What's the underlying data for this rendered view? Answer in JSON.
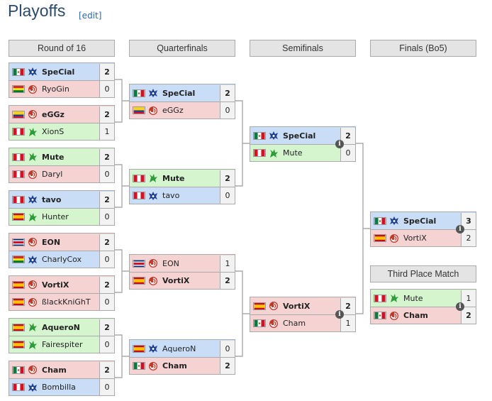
{
  "page": {
    "title": "Playoffs",
    "edit_label": "[edit]"
  },
  "rounds": [
    {
      "label": "Round of 16"
    },
    {
      "label": "Quarterfinals"
    },
    {
      "label": "Semifinals"
    },
    {
      "label": "Finals (Bo5)"
    },
    {
      "label": "Third Place Match"
    }
  ],
  "colors": {
    "terran": "#c9ddf7",
    "zerg": "#f6d3d3",
    "protoss": "#d5f5cf",
    "score_bg": "#f2f2f2",
    "border": "#aaaaaa"
  },
  "matches": [
    {
      "id": "r16-1",
      "players": [
        {
          "name": "SpeCial",
          "flag": "mx",
          "race": "terran",
          "score": "2",
          "winner": true
        },
        {
          "name": "RyoGin",
          "flag": "bo",
          "race": "zerg",
          "score": "0",
          "winner": false
        }
      ]
    },
    {
      "id": "r16-2",
      "players": [
        {
          "name": "eGGz",
          "flag": "co",
          "race": "zerg",
          "score": "2",
          "winner": true
        },
        {
          "name": "XionS",
          "flag": "pe",
          "race": "protoss",
          "score": "1",
          "winner": false
        }
      ]
    },
    {
      "id": "r16-3",
      "players": [
        {
          "name": "Mute",
          "flag": "pe",
          "race": "protoss",
          "score": "2",
          "winner": true
        },
        {
          "name": "Daryl",
          "flag": "pe",
          "race": "zerg",
          "score": "0",
          "winner": false
        }
      ]
    },
    {
      "id": "r16-4",
      "players": [
        {
          "name": "tavo",
          "flag": "pe",
          "race": "terran",
          "score": "2",
          "winner": true
        },
        {
          "name": "Hunter",
          "flag": "es",
          "race": "protoss",
          "score": "0",
          "winner": false
        }
      ]
    },
    {
      "id": "r16-5",
      "players": [
        {
          "name": "EON",
          "flag": "cr",
          "race": "zerg",
          "score": "2",
          "winner": true
        },
        {
          "name": "CharlyCox",
          "flag": "bo",
          "race": "terran",
          "score": "0",
          "winner": false
        }
      ]
    },
    {
      "id": "r16-6",
      "players": [
        {
          "name": "VortiX",
          "flag": "es",
          "race": "zerg",
          "score": "2",
          "winner": true
        },
        {
          "name": "ßlackKniGhT",
          "flag": "es",
          "race": "zerg",
          "score": "0",
          "winner": false
        }
      ]
    },
    {
      "id": "r16-7",
      "players": [
        {
          "name": "AqueroN",
          "flag": "es",
          "race": "protoss",
          "score": "2",
          "winner": true
        },
        {
          "name": "Fairespiter",
          "flag": "es",
          "race": "protoss",
          "score": "0",
          "winner": false
        }
      ]
    },
    {
      "id": "r16-8",
      "players": [
        {
          "name": "Cham",
          "flag": "mx",
          "race": "zerg",
          "score": "2",
          "winner": true
        },
        {
          "name": "Bombilla",
          "flag": "pe",
          "race": "terran",
          "score": "0",
          "winner": false
        }
      ]
    },
    {
      "id": "qf-1",
      "players": [
        {
          "name": "SpeCial",
          "flag": "mx",
          "race": "terran",
          "score": "2",
          "winner": true
        },
        {
          "name": "eGGz",
          "flag": "co",
          "race": "zerg",
          "score": "0",
          "winner": false
        }
      ]
    },
    {
      "id": "qf-2",
      "players": [
        {
          "name": "Mute",
          "flag": "pe",
          "race": "protoss",
          "score": "2",
          "winner": true
        },
        {
          "name": "tavo",
          "flag": "pe",
          "race": "terran",
          "score": "0",
          "winner": false
        }
      ]
    },
    {
      "id": "qf-3",
      "players": [
        {
          "name": "EON",
          "flag": "cr",
          "race": "zerg",
          "score": "1",
          "winner": false
        },
        {
          "name": "VortiX",
          "flag": "es",
          "race": "zerg",
          "score": "2",
          "winner": true
        }
      ]
    },
    {
      "id": "qf-4",
      "players": [
        {
          "name": "AqueroN",
          "flag": "es",
          "race": "terran",
          "score": "0",
          "winner": false
        },
        {
          "name": "Cham",
          "flag": "mx",
          "race": "zerg",
          "score": "2",
          "winner": true
        }
      ]
    },
    {
      "id": "sf-1",
      "info": true,
      "players": [
        {
          "name": "SpeCial",
          "flag": "mx",
          "race": "terran",
          "score": "2",
          "winner": true
        },
        {
          "name": "Mute",
          "flag": "pe",
          "race": "protoss",
          "score": "0",
          "winner": false
        }
      ]
    },
    {
      "id": "sf-2",
      "info": true,
      "players": [
        {
          "name": "VortiX",
          "flag": "es",
          "race": "zerg",
          "score": "2",
          "winner": true
        },
        {
          "name": "Cham",
          "flag": "mx",
          "race": "zerg",
          "score": "1",
          "winner": false
        }
      ]
    },
    {
      "id": "final",
      "info": true,
      "players": [
        {
          "name": "SpeCial",
          "flag": "mx",
          "race": "terran",
          "score": "3",
          "winner": true
        },
        {
          "name": "VortiX",
          "flag": "es",
          "race": "zerg",
          "score": "2",
          "winner": false
        }
      ]
    },
    {
      "id": "third",
      "info": true,
      "players": [
        {
          "name": "Mute",
          "flag": "pe",
          "race": "protoss",
          "score": "1",
          "winner": false
        },
        {
          "name": "Cham",
          "flag": "mx",
          "race": "zerg",
          "score": "2",
          "winner": true
        }
      ]
    }
  ]
}
